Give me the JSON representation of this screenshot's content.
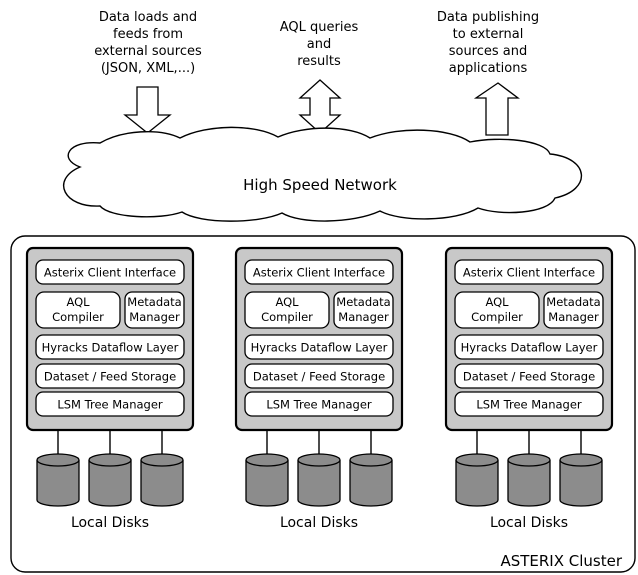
{
  "top_labels": [
    {
      "lines": [
        "Data loads and",
        "feeds from",
        "external sources",
        "(JSON, XML,...)"
      ],
      "arrow": "down"
    },
    {
      "lines": [
        "AQL queries",
        "and",
        "results"
      ],
      "arrow": "both"
    },
    {
      "lines": [
        "Data publishing",
        "to external",
        "sources and",
        "applications"
      ],
      "arrow": "up"
    }
  ],
  "network_label": "High Speed Network",
  "cluster_label": "ASTERIX Cluster",
  "node": {
    "client_interface": "Asterix Client Interface",
    "aql_compiler": [
      "AQL",
      "Compiler"
    ],
    "metadata_manager": [
      "Metadata",
      "Manager"
    ],
    "dataflow_layer": "Hyracks Dataflow Layer",
    "storage": "Dataset / Feed Storage",
    "lsm": "LSM Tree Manager",
    "disks_label": "Local Disks"
  },
  "node_count": 3,
  "disks_per_node": 3,
  "colors": {
    "node_fill": "#c8c8c8",
    "disk_fill": "#8c8c8c",
    "stroke": "#000000",
    "box_fill": "#ffffff"
  }
}
